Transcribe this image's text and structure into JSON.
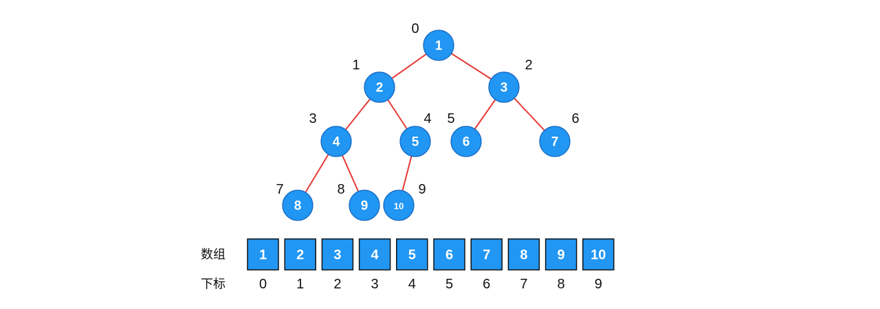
{
  "tree": {
    "nodes": [
      {
        "value": "1",
        "index": "0"
      },
      {
        "value": "2",
        "index": "1"
      },
      {
        "value": "3",
        "index": "2"
      },
      {
        "value": "4",
        "index": "3"
      },
      {
        "value": "5",
        "index": "4"
      },
      {
        "value": "6",
        "index": "5"
      },
      {
        "value": "7",
        "index": "6"
      },
      {
        "value": "8",
        "index": "7"
      },
      {
        "value": "9",
        "index": "8"
      },
      {
        "value": "10",
        "index": "9"
      }
    ],
    "edges": [
      [
        0,
        1
      ],
      [
        0,
        2
      ],
      [
        1,
        3
      ],
      [
        1,
        4
      ],
      [
        2,
        5
      ],
      [
        2,
        6
      ],
      [
        3,
        7
      ],
      [
        3,
        8
      ],
      [
        4,
        9
      ]
    ]
  },
  "array": {
    "row_label": "数组",
    "index_label": "下标",
    "values": [
      "1",
      "2",
      "3",
      "4",
      "5",
      "6",
      "7",
      "8",
      "9",
      "10"
    ],
    "indices": [
      "0",
      "1",
      "2",
      "3",
      "4",
      "5",
      "6",
      "7",
      "8",
      "9"
    ]
  },
  "colors": {
    "node_fill": "#2196f3",
    "edge": "#e53935"
  }
}
